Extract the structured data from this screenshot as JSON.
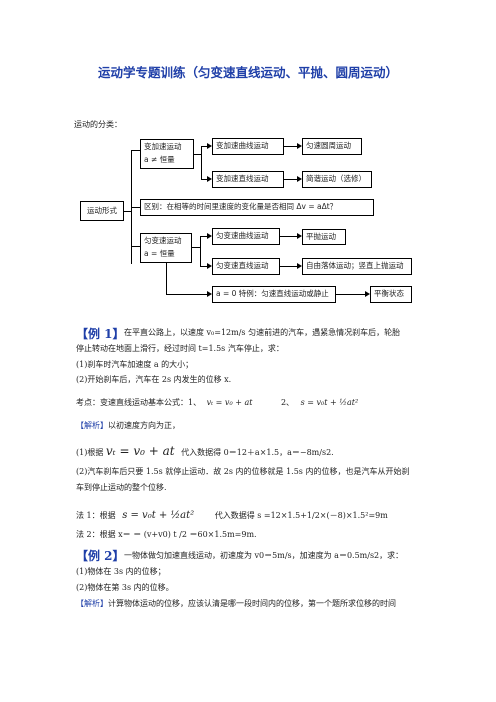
{
  "title": "运动学专题训练（匀变速直线运动、平抛、圆周运动）",
  "classification_label": "运动的分类：",
  "diagram": {
    "root": "运动形式",
    "var_acc_line1": "变加速运动",
    "var_acc_line2": "a  ≠  恒量",
    "var_curve": "变加速曲线运动",
    "var_straight": "变加速直线运动",
    "uniform_circle": "匀速圆周运动",
    "simple_harmonic": "简谐运动（选修）",
    "difference": "区别：在相等的时间里速度的变化量是否相同  Δv = aΔt？",
    "uni_acc_line1": "匀变速运动",
    "uni_acc_line2": "a =  恒量",
    "uni_curve": "匀变速曲线运动",
    "projectile": "平抛运动",
    "uni_straight": "匀变速直线运动",
    "free_fall": "自由落体运动；竖直上抛运动",
    "special_case": "a = 0 特例：匀速直线运动或静止",
    "equilibrium": "平衡状态"
  },
  "example1": {
    "tag": "【例 1】",
    "line1": "在平直公路上，以速度 v₀=12m/s 匀速前进的汽车，遇紧急情况刹车后，轮胎",
    "line2": "停止转动在地面上滑行，经过时间 t=1.5s 汽车停止，求：",
    "q1": "(1)刹车时汽车加速度 a 的大小；",
    "q2": "(2)开始刹车后，汽车在 2s 内发生的位移 x.",
    "kp_prefix": "考点：变速直线运动基本公式：1、",
    "kp_f1": "vₜ = v₀ + at",
    "kp_mid": "2、",
    "kp_f2": "s = v₀t + ½at²",
    "analysis_tag": "【解析】",
    "analysis_text": "以初速度方向为正，",
    "s1_prefix": "(1)根据",
    "s1_formula": "vₜ = v₀ + at",
    "s1_suffix": "代入数据得 0＝12＋a×1.5，a＝−8m/s2.",
    "s2_line1": "(2)汽车刹车后只要 1.5s 就停止运动．故 2s 内的位移就是 1.5s 内的位移，也是汽车从开始刹",
    "s2_line2": "车到停止运动的整个位移.",
    "m1_prefix": "法 1：根据",
    "m1_formula": "s = v₀t + ½at²",
    "m1_suffix": "代入数据得 s =12×1.5+1/2×(－8)×1.5²=9m",
    "m2": "法 2：根据 x＝  ＝  (v+v0) t /2  ＝60×1.5m=9m."
  },
  "example2": {
    "tag": "【例 2】",
    "line1": "一物体做匀加速直线运动，初速度为 v0＝5m/s，加速度为 a＝0.5m/s2，求：",
    "q1": "(1)物体在 3s 内的位移；",
    "q2": "(2)物体在第 3s 内的位移。",
    "analysis_tag": "【解析】",
    "analysis_text": "计算物体运动的位移，应该认清是哪一段时间内的位移，第一个题所求位移的时间"
  }
}
